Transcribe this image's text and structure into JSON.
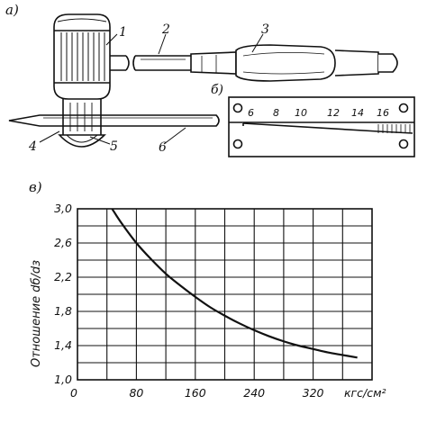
{
  "panels": {
    "a": "а)",
    "b": "б)",
    "v": "в)"
  },
  "callouts": [
    "1",
    "2",
    "3",
    "4",
    "5",
    "6"
  ],
  "scale_numbers": [
    "6",
    "8",
    "10",
    "12",
    "14",
    "16"
  ],
  "chart_data": {
    "type": "line",
    "xlabel": "кгс/см²",
    "ylabel": "Отношение dб/dз",
    "x_ticks": [
      "0",
      "80",
      "160",
      "240",
      "320"
    ],
    "y_ticks": [
      "1,0",
      "1,4",
      "1,8",
      "2,2",
      "2,6",
      "3,0"
    ],
    "xlim": [
      0,
      400
    ],
    "ylim": [
      1.0,
      3.0
    ],
    "grid": true,
    "series": [
      {
        "x": [
          47,
          60,
          80,
          100,
          120,
          140,
          160,
          180,
          200,
          220,
          240,
          260,
          280,
          300,
          320,
          340,
          360,
          380
        ],
        "y": [
          3.0,
          2.83,
          2.6,
          2.41,
          2.24,
          2.1,
          1.97,
          1.85,
          1.75,
          1.66,
          1.58,
          1.51,
          1.45,
          1.4,
          1.36,
          1.32,
          1.29,
          1.26
        ]
      }
    ]
  }
}
